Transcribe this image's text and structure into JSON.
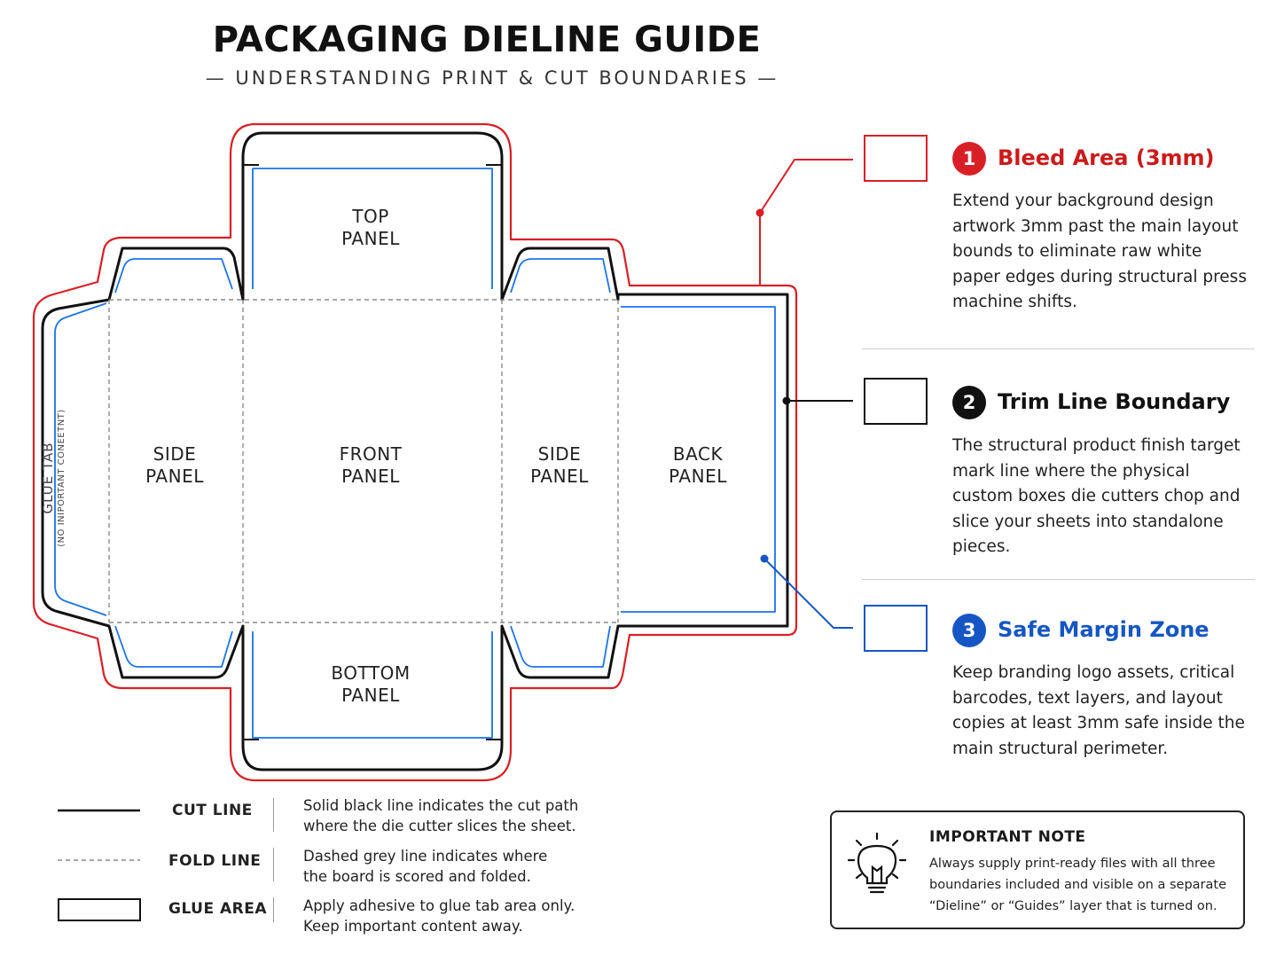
{
  "header": {
    "title": "PACKAGING DIELINE GUIDE",
    "subtitle": "— UNDERSTANDING PRINT & CUT BOUNDARIES —"
  },
  "dieline": {
    "panels": {
      "top": [
        "TOP",
        "PANEL"
      ],
      "front": [
        "FRONT",
        "PANEL"
      ],
      "side_left": [
        "SIDE",
        "PANEL"
      ],
      "side_right": [
        "SIDE",
        "PANEL"
      ],
      "back": [
        "BACK",
        "PANEL"
      ],
      "bottom": [
        "BOTTOM",
        "PANEL"
      ]
    },
    "glue_tab": {
      "label": "GLUE TAB",
      "note": "(NO INIPORTANT CONEETNT)"
    },
    "colors": {
      "bleed": "#d91f26",
      "cut": "#111111",
      "safe": "#1a73e8",
      "fold": "#888888"
    }
  },
  "legend": [
    {
      "number": "1",
      "title": "Bleed Area (3mm)",
      "color": "#cc1a1a",
      "text": "Extend your background design artwork 3mm past the main layout bounds to eliminate raw white paper edges during structural press machine shifts."
    },
    {
      "number": "2",
      "title": "Trim Line Boundary",
      "color": "#111111",
      "text": "The structural product finish target mark line where the physical custom boxes die cutters chop and slice your sheets into standalone pieces."
    },
    {
      "number": "3",
      "title": "Safe Margin Zone",
      "color": "#1556c4",
      "text": "Keep branding logo assets, critical barcodes, text layers, and layout copies at least 3mm safe inside the main structural perimeter."
    }
  ],
  "key": [
    {
      "name": "CUT LINE",
      "desc": [
        "Solid black line indicates the cut path",
        "where the die cutter slices the sheet."
      ]
    },
    {
      "name": "FOLD LINE",
      "desc": [
        "Dashed grey line indicates where",
        "the board is scored and folded."
      ]
    },
    {
      "name": "GLUE AREA",
      "desc": [
        "Apply adhesive to glue tab area only.",
        "Keep important content away."
      ]
    }
  ],
  "note": {
    "title": "IMPORTANT NOTE",
    "text": "Always supply print-ready files with all three boundaries included and visible on a separate “Dieline” or “Guides” layer that is turned on.",
    "icon": "lightbulb-icon"
  }
}
